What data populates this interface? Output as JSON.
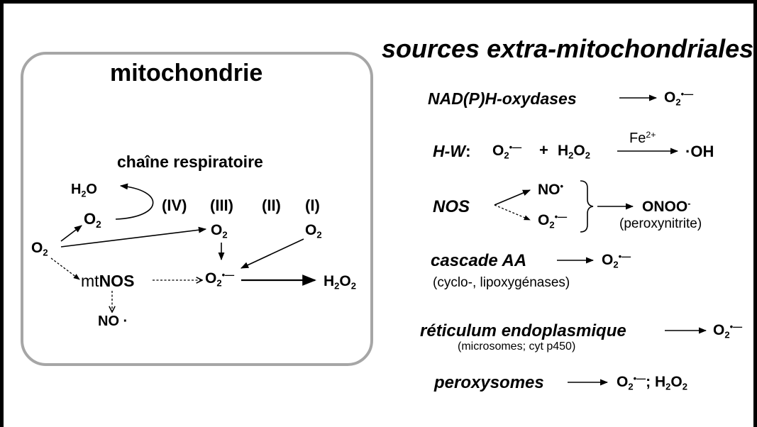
{
  "mito": {
    "title": "mitochondrie",
    "subtitle": "chaîne respiratoire",
    "h2o_H": "H",
    "h2o_2": "2",
    "h2o_O": "O",
    "o2_cycle_O": "O",
    "o2_cycle_2": "2",
    "cplx_iv": "(IV)",
    "cplx_iii": "(III)",
    "cplx_ii": "(II)",
    "cplx_i": "(I)",
    "o2_iii_O": "O",
    "o2_iii_2": "2",
    "o2_i_O": "O",
    "o2_i_2": "2",
    "o2_left_O": "O",
    "o2_left_2": "2",
    "mtnos_mt": "mt",
    "mtnos_nos": "NOS",
    "superox_O": "O",
    "superox_2": "2",
    "superox_sup": "•—",
    "h2o2_H": "H",
    "h2o2_2a": "2",
    "h2o2_O": "O",
    "h2o2_2b": "2",
    "no": "NO ·"
  },
  "extra": {
    "title": "sources extra-mitochondriales",
    "nadph_label": "NAD(P)H-oxydases",
    "nadph_O": "O",
    "nadph_2": "2",
    "nadph_sup": "•—",
    "hw_label": "H-W",
    "hw_colon": ":",
    "hw_O": "O",
    "hw_2": "2",
    "hw_sup": "•—",
    "hw_plus": "+",
    "hw_h2o2_H": "H",
    "hw_h2o2_2a": "2",
    "hw_h2o2_O": "O",
    "hw_h2o2_2b": "2",
    "hw_fe": "Fe",
    "hw_fe_sup": "2+",
    "hw_oh": "·OH",
    "nos_label": "NOS",
    "nos_no": "NO",
    "nos_no_sup": "•",
    "nos_O": "O",
    "nos_2": "2",
    "nos_sup": "•—",
    "onoo": "ONOO",
    "onoo_sup": "-",
    "peroxynitrite": "(peroxynitrite)",
    "aa_label": "cascade AA",
    "aa_O": "O",
    "aa_2": "2",
    "aa_sup": "•—",
    "aa_note": "(cyclo-, lipoxygénases)",
    "re_label": "réticulum endoplasmique",
    "re_O": "O",
    "re_2": "2",
    "re_sup": "•—",
    "re_note": "(microsomes; cyt p450)",
    "perox_label": "peroxysomes",
    "perox_O": "O",
    "perox_2": "2",
    "perox_sup": "•—",
    "perox_sep": "; ",
    "perox_H": "H",
    "perox_2a": "2",
    "perox_Ox": "O",
    "perox_2b": "2"
  }
}
